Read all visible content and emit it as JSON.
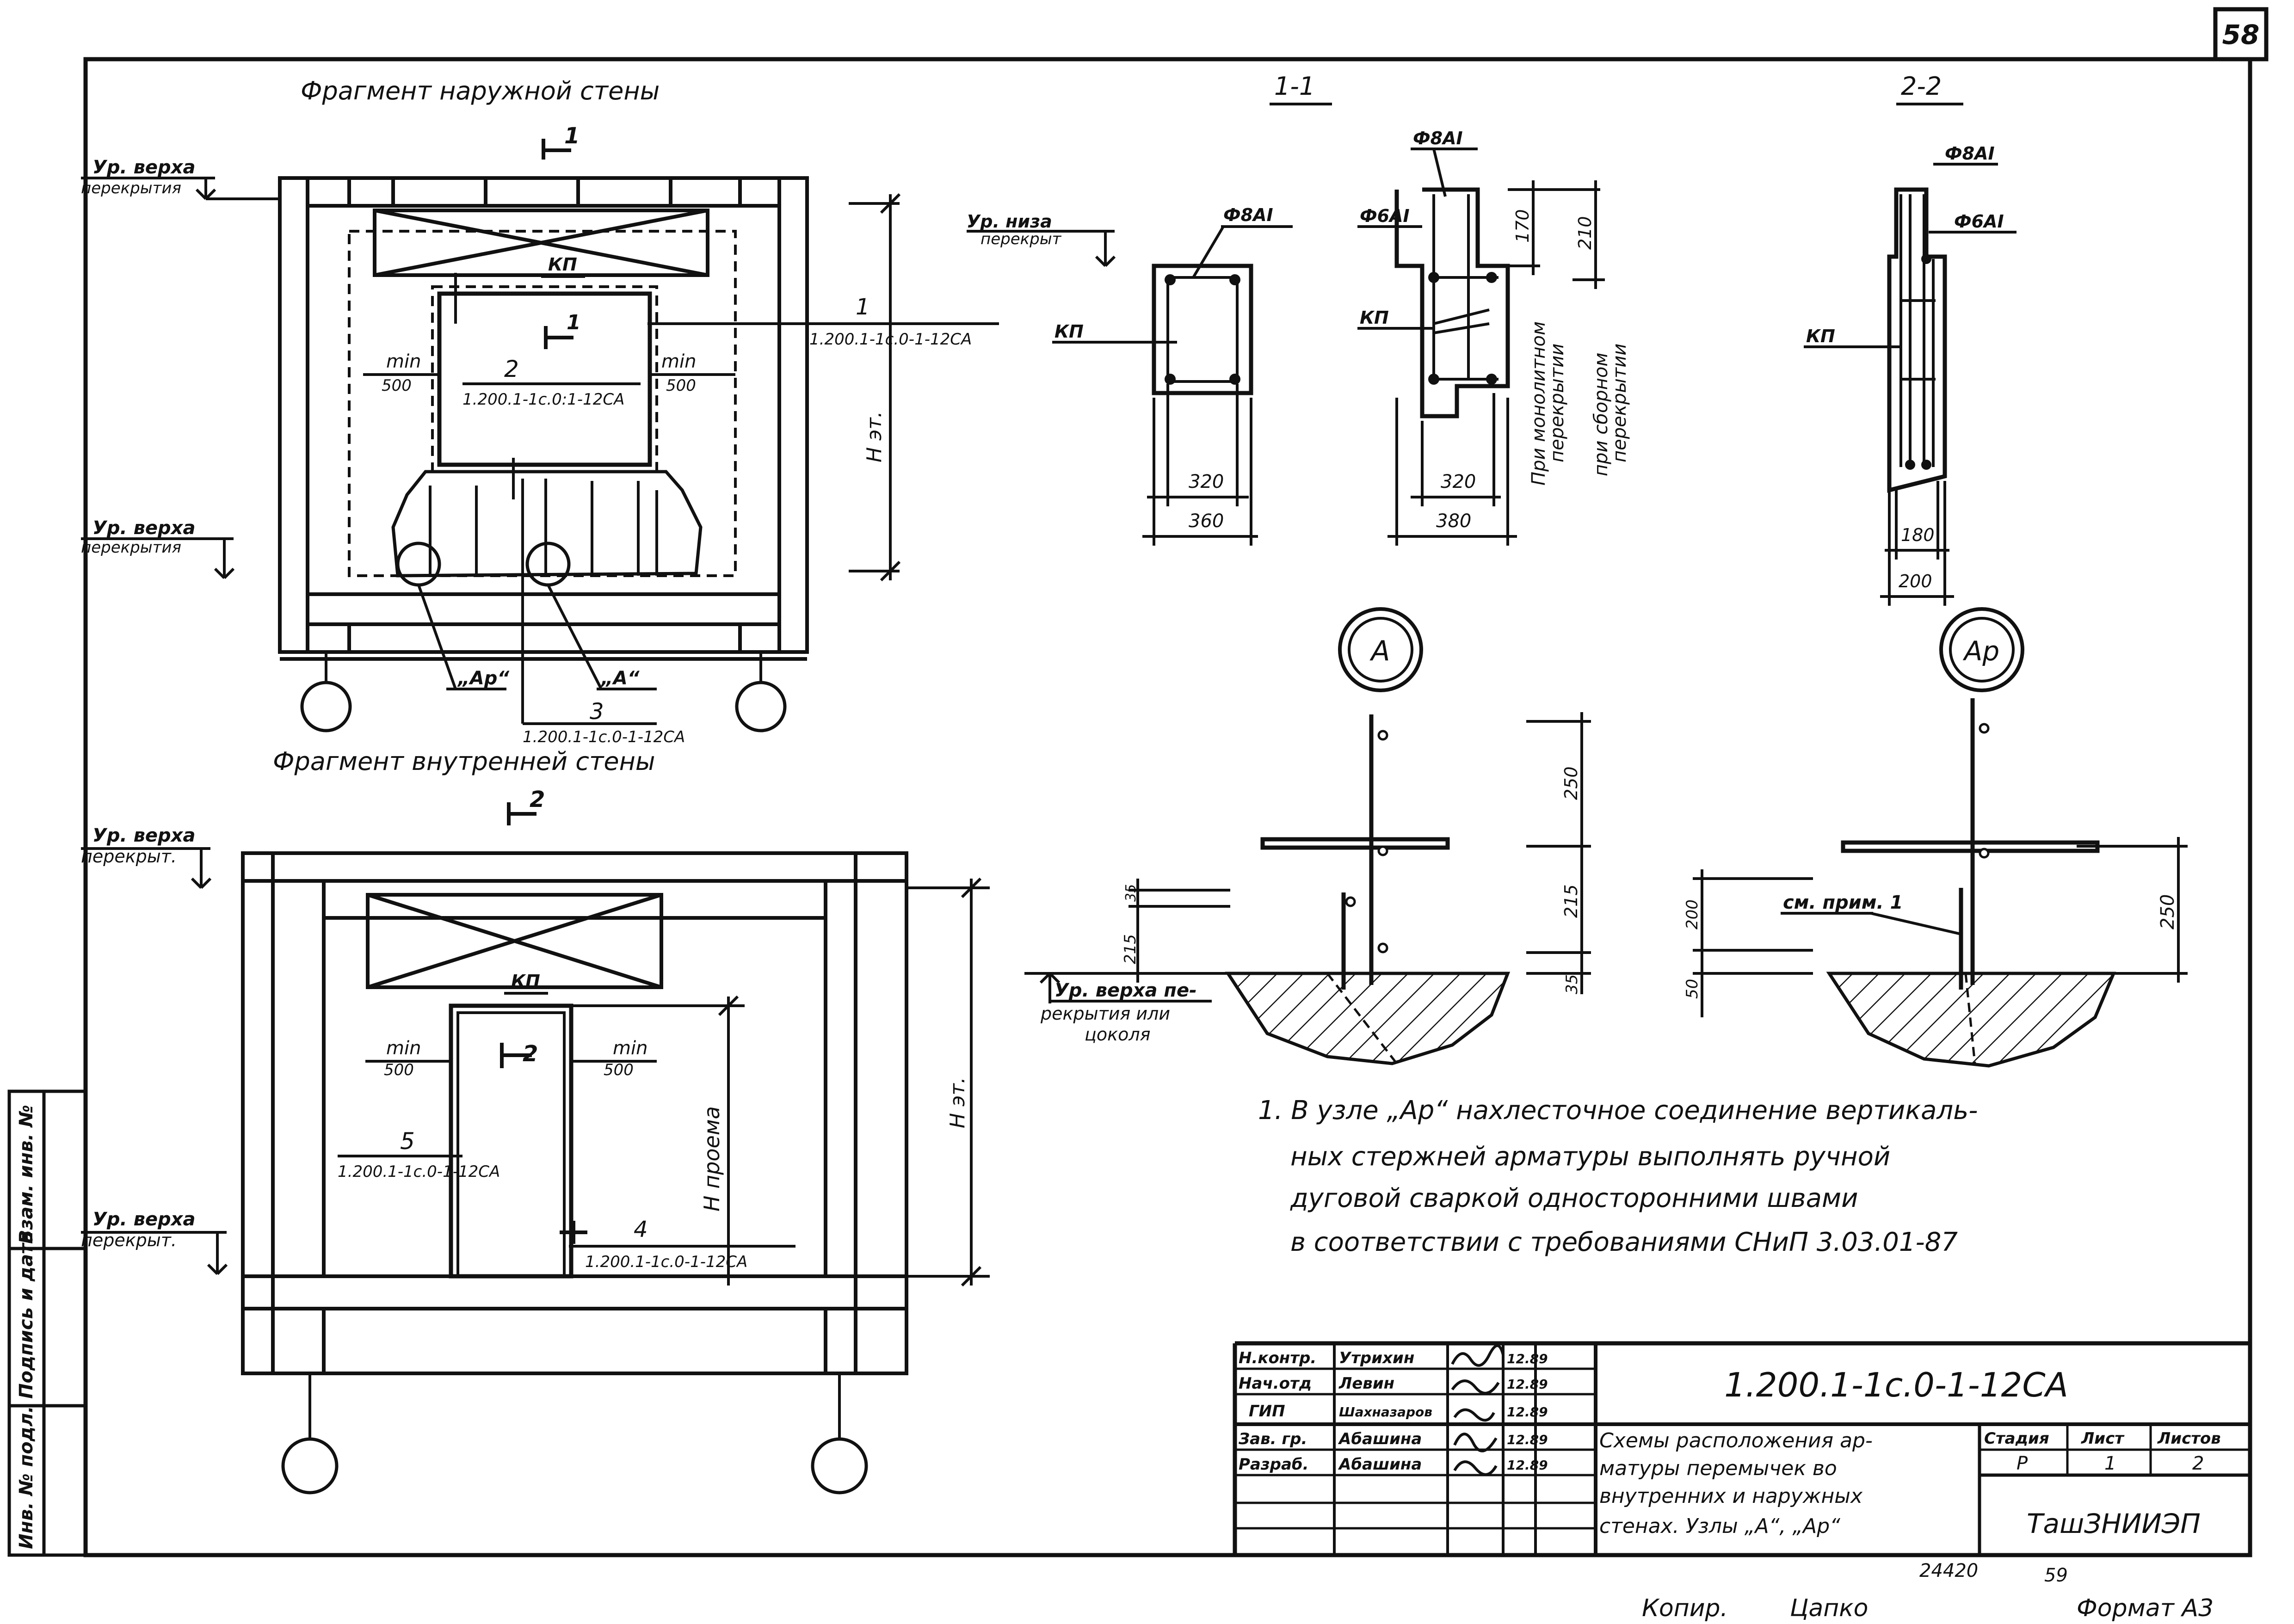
{
  "page_number": "58",
  "outer_wall": {
    "title": "Фрагмент наружной стены",
    "level_top": [
      "Ур. верха",
      "перекрытия"
    ],
    "level_bottom": [
      "Ур. верха",
      "перекрытия"
    ],
    "section_mark": "1",
    "kp": "КП",
    "min_left": "min",
    "min_left_val": "500",
    "min_right": "min",
    "min_right_val": "500",
    "lintel_2_num": "2",
    "lintel_2_code": "1.200.1-1с.0:1-12СА",
    "lintel_1_num": "1",
    "lintel_1_code": "1.200.1-1с.0-1-12СА",
    "height_label": "H эт.",
    "node_ar": "„Ар“",
    "node_a": "„А“",
    "lintel_3_num": "3",
    "lintel_3_code": "1.200.1-1с.0-1-12СА"
  },
  "inner_wall": {
    "title": "Фрагмент внутренней стены",
    "section_mark": "2",
    "level_top": [
      "Ур. верха",
      "перекрыт."
    ],
    "level_bottom": [
      "Ур. верха",
      "перекрыт."
    ],
    "kp": "КП",
    "min_left": "min",
    "min_left_val": "500",
    "min_right": "min",
    "min_right_val": "500",
    "lintel_5_num": "5",
    "lintel_5_code": "1.200.1-1с.0-1-12СА",
    "lintel_4_num": "4",
    "lintel_4_code": "1.200.1-1с.0-1-12СА",
    "opening_height": "H проема",
    "height_label": "H эт."
  },
  "section_1_1": {
    "title": "1-1",
    "level_label": [
      "Ур. низа",
      "перекрыт"
    ],
    "rebar_top": "Ф8АI",
    "kp": "КП",
    "dim_inner": "320",
    "dim_outer": "360"
  },
  "section_1_1b": {
    "rebar_top": "Ф8АI",
    "rebar_side": "Ф6АI",
    "kp": "КП",
    "dim_170": "170",
    "dim_210": "210",
    "note_monolith": [
      "При монолитном",
      "перекрытии"
    ],
    "note_precast": [
      "при сборном",
      "перекрытии"
    ],
    "dim_inner": "320",
    "dim_outer": "380"
  },
  "section_2_2": {
    "title": "2-2",
    "rebar_top": "Ф8АI",
    "rebar_side": "Ф6АI",
    "kp": "КП",
    "dim_inner": "180",
    "dim_outer": "200"
  },
  "node_a": {
    "label": "А",
    "dim_250": "250",
    "dim_215": "215",
    "dim_35": "35",
    "dim_215_left": "215",
    "dim_35_left": "35",
    "level_label": [
      "Ур. верха пе-",
      "рекрытия или",
      "цоколя"
    ]
  },
  "node_ar": {
    "label": "Ар",
    "note_ref": "см. прим. 1",
    "dim_200": "200",
    "dim_50": "50",
    "dim_250": "250"
  },
  "notes": [
    "1. В узле „Ар“ нахлесточное соединение вертикаль-",
    "ных стержней арматуры выполнять ручной",
    "дуговой сваркой односторонними швами",
    "в соответствии с требованиями СНиП 3.03.01-87"
  ],
  "side_stamp": [
    "Инв. № подл.",
    "Подпись и дата",
    "Взам. инв. №"
  ],
  "title_block": {
    "rows": [
      {
        "role": "Н.контр.",
        "name": "Утрихин",
        "date": "12.89"
      },
      {
        "role": "Нач.отд",
        "name": "Левин",
        "date": "12.89"
      },
      {
        "role": "ГИП",
        "name": "Шахназаров",
        "date": "12.89"
      },
      {
        "role": "Зав. гр.",
        "name": "Абашина",
        "date": "12.89"
      },
      {
        "role": "Разраб.",
        "name": "Абашина",
        "date": "12.89"
      }
    ],
    "designation": "1.200.1-1с.0-1-12СА",
    "sheet_title": [
      "Схемы расположения ар-",
      "матуры перемычек во",
      "внутренних и наружных",
      "стенах. Узлы „А“, „Ар“"
    ],
    "stage_header": "Стадия",
    "sheet_header": "Лист",
    "sheets_header": "Листов",
    "stage": "Р",
    "sheet": "1",
    "sheets": "2",
    "org": "ТашЗНИИЭП"
  },
  "bottom": {
    "num_left": "24420",
    "num_right": "59",
    "copy": "Копир.",
    "copier": "Цапко",
    "format": "Формат А3"
  }
}
